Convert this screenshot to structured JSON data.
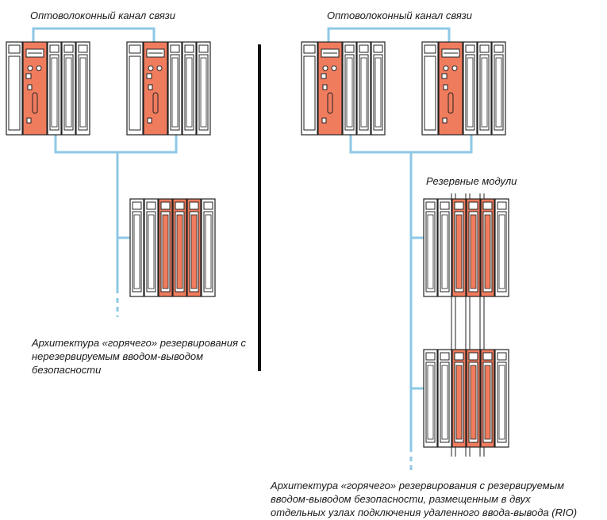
{
  "left_panel": {
    "link_label": "Оптоволоконный канал связи",
    "caption_lines": [
      "Архитектура «горячего» резервирования с",
      "нерезервируемым вводом-выводом",
      "безопасности"
    ]
  },
  "right_panel": {
    "link_label": "Оптоволоконный канал связи",
    "redundant_label": "Резервные модули",
    "caption_lines": [
      "Архитектура «горячего» резервирования с резервируемым",
      "вводом-выводом безопасности, размещенным в двух",
      "отдельных узлах подключения удаленного ввода-вывода (RIO)"
    ]
  },
  "colors": {
    "cable": "#8ec8e6",
    "module_highlight": "#f07c5e",
    "outline": "#222222",
    "divider": "#111111"
  }
}
